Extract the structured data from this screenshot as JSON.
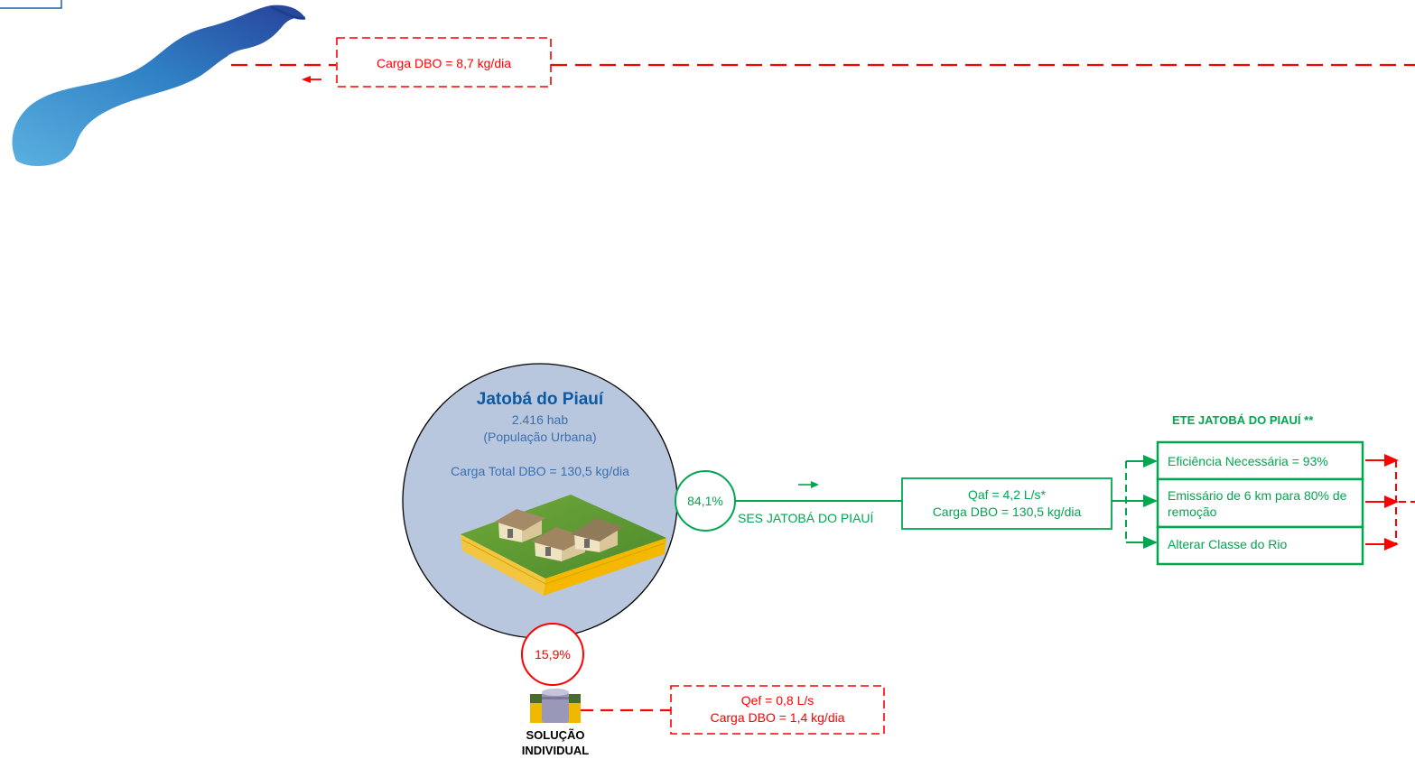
{
  "colors": {
    "red": "#ff0000",
    "green": "#00a650",
    "city_fill": "#b8c7dd",
    "city_title": "#0b5aa6",
    "city_text": "#3a6fb0",
    "river_light": "#4aa3dc",
    "river_dark": "#2b4fa3"
  },
  "river": {
    "icon": "river-icon",
    "load_label": "Carga DBO = 8,7 kg/dia"
  },
  "city": {
    "name": "Jatobá do Piauí",
    "population": "2.416 hab",
    "population_note": "(População Urbana)",
    "total_load": "Carga Total DBO = 130,5 kg/dia",
    "icon": "houses-illustration-icon"
  },
  "collection": {
    "percent": "84,1%",
    "system_label": "SES JATOBÁ DO PIAUÍ",
    "flow_line1": "Qaf = 4,2 L/s*",
    "flow_line2": "Carga DBO = 130,5 kg/dia"
  },
  "treatment": {
    "title": "ETE JATOBÁ DO PIAUÍ **",
    "options": [
      {
        "label": "Eficiência Necessária = 93%"
      },
      {
        "label": "Emissário de 6 km para 80% de remoção"
      },
      {
        "label": "Alterar Classe do Rio"
      }
    ]
  },
  "individual": {
    "percent": "15,9%",
    "label_line1": "SOLUÇÃO",
    "label_line2": "INDIVIDUAL",
    "flow_line1": "Qef = 0,8 L/s",
    "flow_line2": "Carga DBO = 1,4 kg/dia",
    "icon": "septic-tank-icon"
  }
}
